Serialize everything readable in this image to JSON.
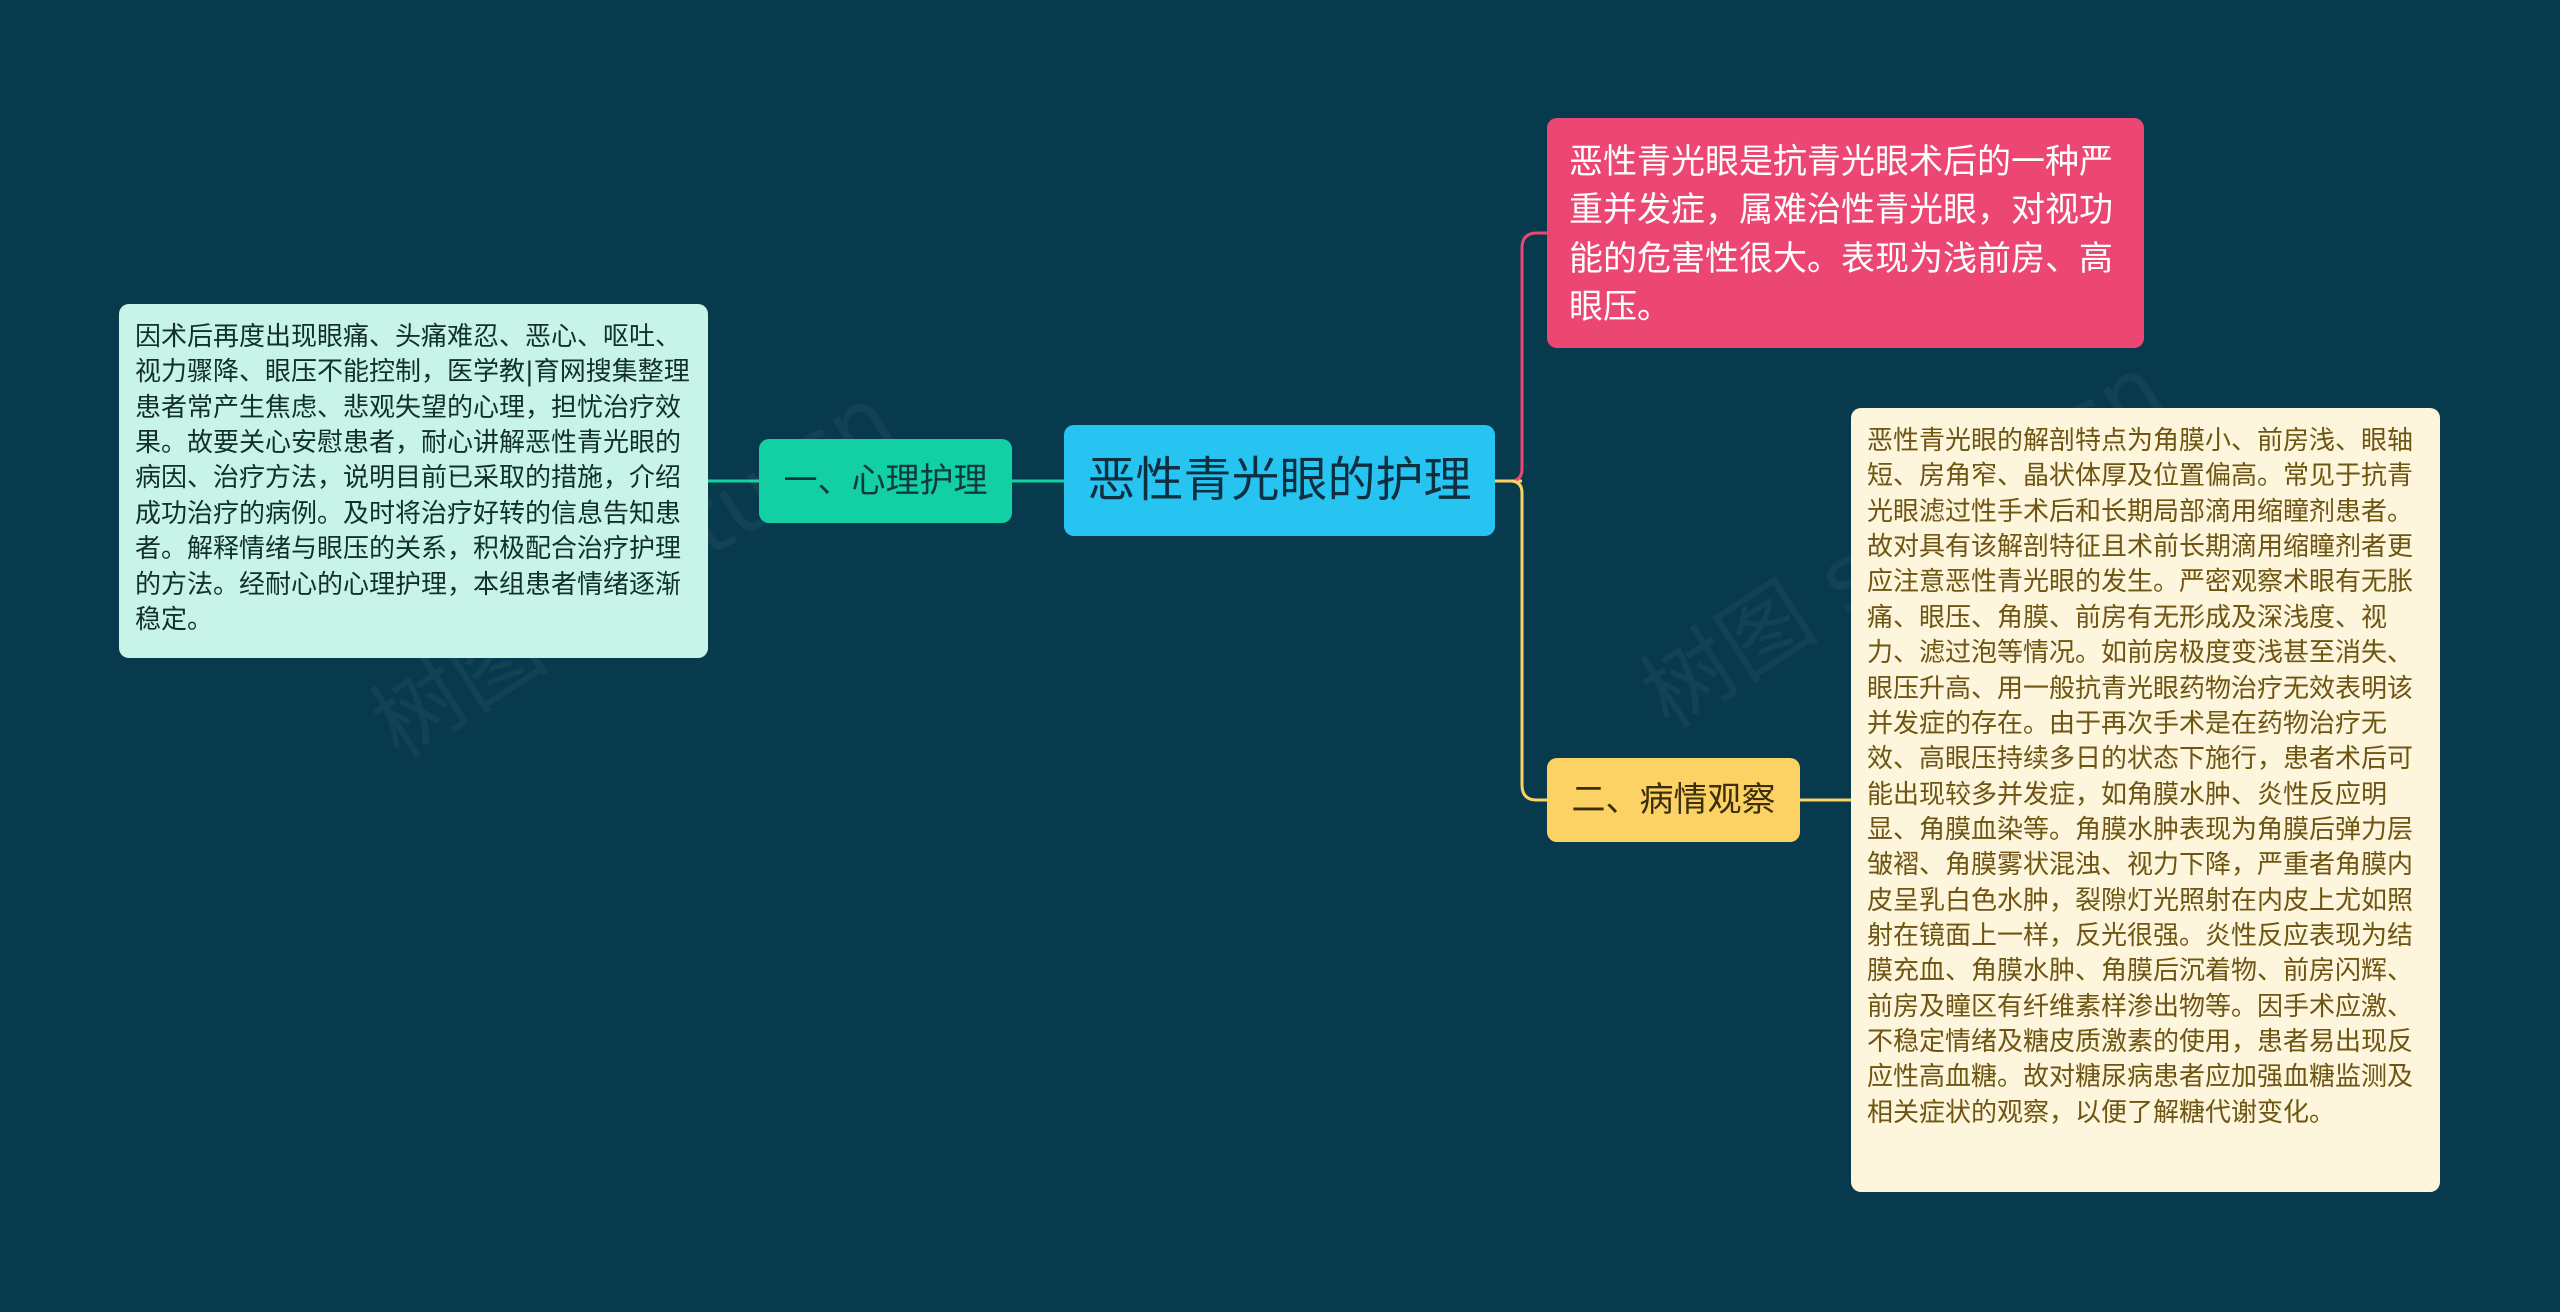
{
  "central": {
    "label": "恶性青光眼的护理"
  },
  "branches": {
    "psych": {
      "label": "一、心理护理",
      "color": "#12d0a3",
      "leaf": "因术后再度出现眼痛、头痛难忍、恶心、呕吐、视力骤降、眼压不能控制，医学教|育网搜集整理患者常产生焦虑、悲观失望的心理，担忧治疗效果。故要关心安慰患者，耐心讲解恶性青光眼的病因、治疗方法，说明目前已采取的措施，介绍成功治疗的病例。及时将治疗好转的信息告知患者。解释情绪与眼压的关系，积极配合治疗护理的方法。经耐心的心理护理，本组患者情绪逐渐稳定。"
    },
    "definition": {
      "leaf": "恶性青光眼是抗青光眼术后的一种严重并发症，属难治性青光眼，对视功能的危害性很大。表现为浅前房、高眼压。",
      "color": "#ec4672"
    },
    "observation": {
      "label": "二、病情观察",
      "color": "#fcd264",
      "leaf": "恶性青光眼的解剖特点为角膜小、前房浅、眼轴短、房角窄、晶状体厚及位置偏高。常见于抗青光眼滤过性手术后和长期局部滴用缩瞳剂患者。故对具有该解剖特征且术前长期滴用缩瞳剂者更应注意恶性青光眼的发生。严密观察术眼有无胀痛、眼压、角膜、前房有无形成及深浅度、视力、滤过泡等情况。如前房极度变浅甚至消失、眼压升高、用一般抗青光眼药物治疗无效表明该并发症的存在。由于再次手术是在药物治疗无效、高眼压持续多日的状态下施行，患者术后可能出现较多并发症，如角膜水肿、炎性反应明显、角膜血染等。角膜水肿表现为角膜后弹力层皱褶、角膜雾状混浊、视力下降，严重者角膜内皮呈乳白色水肿，裂隙灯光照射在内皮上尤如照射在镜面上一样，反光很强。炎性反应表现为结膜充血、角膜水肿、角膜后沉着物、前房闪辉、前房及瞳区有纤维素样渗出物等。因手术应激、不稳定情绪及糖皮质激素的使用，患者易出现反应性高血糖。故对糖尿病患者应加强血糖监测及相关症状的观察，以便了解糖代谢变化。"
    }
  },
  "watermark": {
    "text": "树图 shutu.cn"
  }
}
